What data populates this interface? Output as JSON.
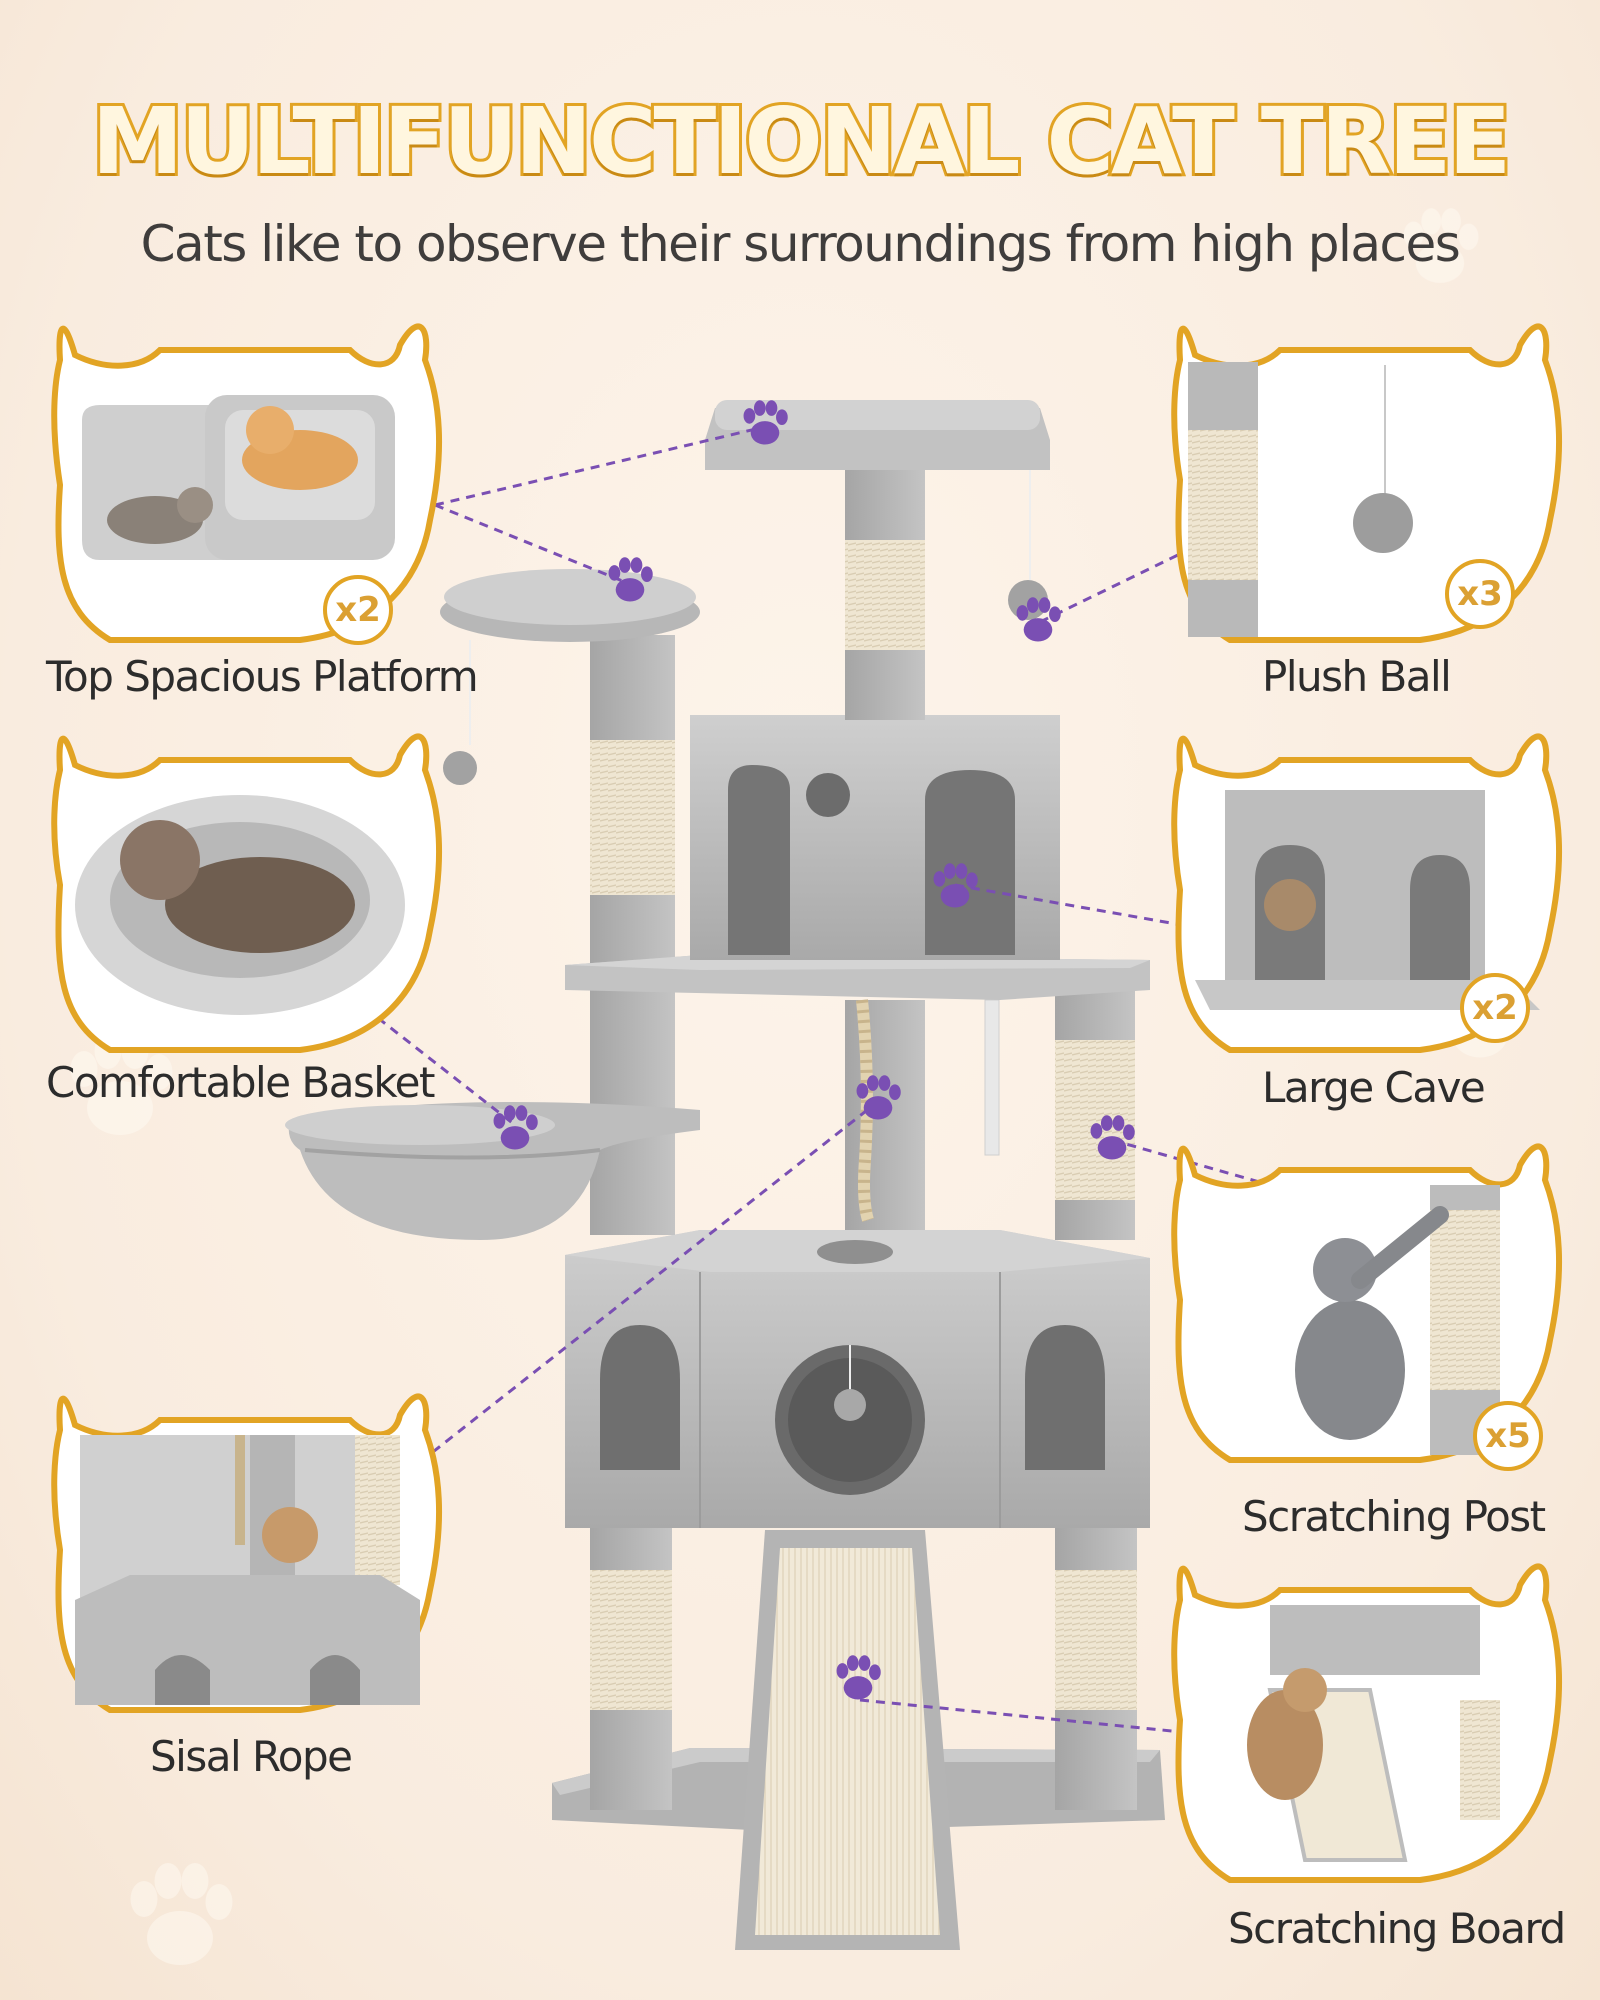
{
  "header": {
    "title": "MULTIFUNCTIONAL CAT TREE",
    "subtitle": "Cats like to observe their surroundings from high places"
  },
  "features": [
    {
      "label": "Top Spacious Platform",
      "count": "x2",
      "icon": "cat-head-frame-photo"
    },
    {
      "label": "Plush Ball",
      "count": "x3",
      "icon": "cat-head-frame-photo"
    },
    {
      "label": "Comfortable Basket",
      "count": "",
      "icon": "cat-head-frame-photo"
    },
    {
      "label": "Large Cave",
      "count": "x2",
      "icon": "cat-head-frame-photo"
    },
    {
      "label": "Scratching Post",
      "count": "x5",
      "icon": "cat-head-frame-photo"
    },
    {
      "label": "Sisal Rope",
      "count": "",
      "icon": "cat-head-frame-photo"
    },
    {
      "label": "Scratching Board",
      "count": "",
      "icon": "cat-head-frame-photo"
    }
  ],
  "colors": {
    "accent": "#e2a424",
    "paw": "#7a4fb3",
    "background": "#fbefe3",
    "plush": "#bdbdbd",
    "sisal": "#efe6d2"
  }
}
